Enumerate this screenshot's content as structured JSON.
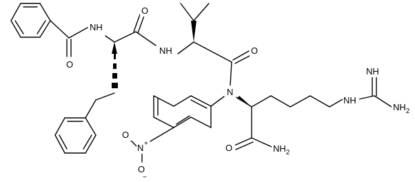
{
  "structure": {
    "atom_labels": {
      "benzoyl_oxygen": "O",
      "phe_amide_nh": "NH",
      "phe_carbonyl_oxygen": "O",
      "val_amide_nh": "NH",
      "val_carbonyl_oxygen": "O",
      "anilide_nitrogen": "N",
      "nitro_nitrogen": "N",
      "nitro_charge": "+",
      "nitro_oxygen_double": "O",
      "nitro_oxygen_single": "O",
      "nitro_oxygen_charge": "−",
      "guanidine_imine": "NH",
      "guanidine_nh": "NH",
      "guanidine_amine": "NH",
      "guanidine_amine_subscript": "2",
      "amide_oxygen": "O",
      "amide_nitrogen": "NH",
      "amide_nitrogen_subscript": "2"
    }
  }
}
